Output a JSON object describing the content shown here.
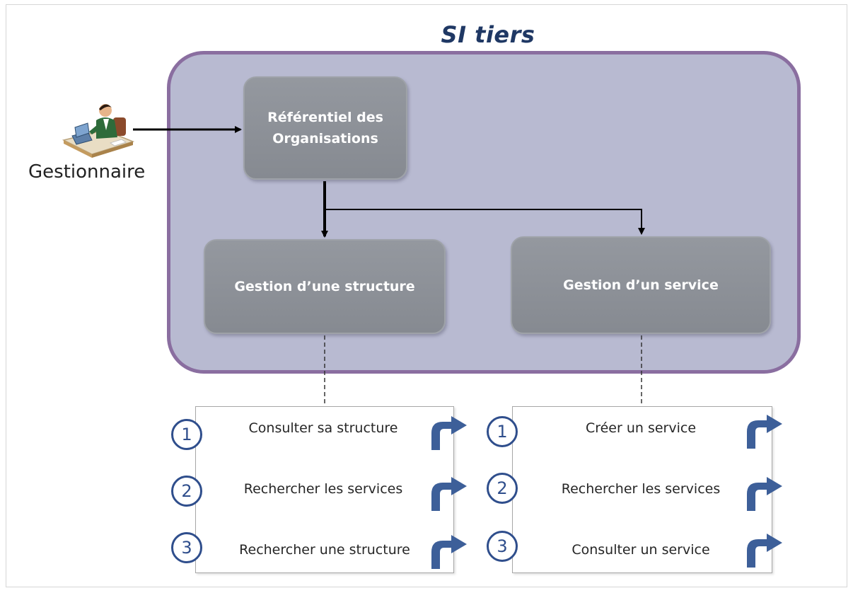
{
  "zone": {
    "title": "SI tiers"
  },
  "actor": {
    "icon": "person-at-computer-icon",
    "label": "Gestionnaire"
  },
  "nodes": {
    "referentiel": "Référentiel des Organisations",
    "structure": "Gestion d’une structure",
    "service": "Gestion d’un service"
  },
  "panels": {
    "structure": {
      "steps": [
        {
          "number": "1",
          "label": "Consulter sa structure"
        },
        {
          "number": "2",
          "label": "Rechercher les services"
        },
        {
          "number": "3",
          "label": "Rechercher une structure"
        }
      ]
    },
    "service": {
      "steps": [
        {
          "number": "1",
          "label": "Créer un service"
        },
        {
          "number": "2",
          "label": "Rechercher les services"
        },
        {
          "number": "3",
          "label": "Consulter un service"
        }
      ]
    }
  },
  "colors": {
    "zone_fill": "#b8bad1",
    "zone_border": "#8a6ea0",
    "node_fill": "#8c9097",
    "badge_blue": "#2f4e8c",
    "arrow_blue": "#3d5f99"
  }
}
